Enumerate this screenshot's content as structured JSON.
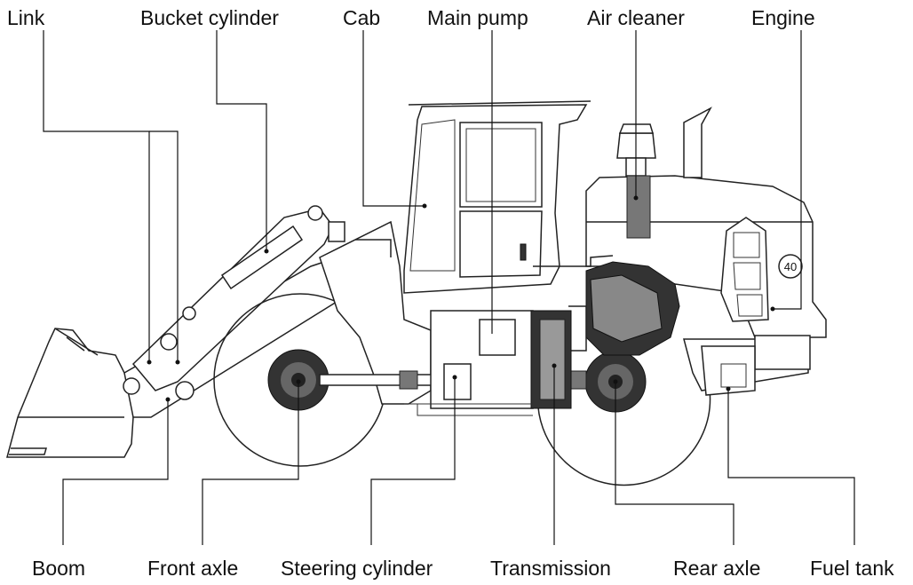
{
  "labels": {
    "link": "Link",
    "bucket_cylinder": "Bucket cylinder",
    "cab": "Cab",
    "main_pump": "Main pump",
    "air_cleaner": "Air cleaner",
    "engine": "Engine",
    "boom": "Boom",
    "front_axle": "Front axle",
    "steering_cylinder": "Steering cylinder",
    "transmission": "Transmission",
    "rear_axle": "Rear axle",
    "fuel_tank": "Fuel tank"
  },
  "badge": "40"
}
